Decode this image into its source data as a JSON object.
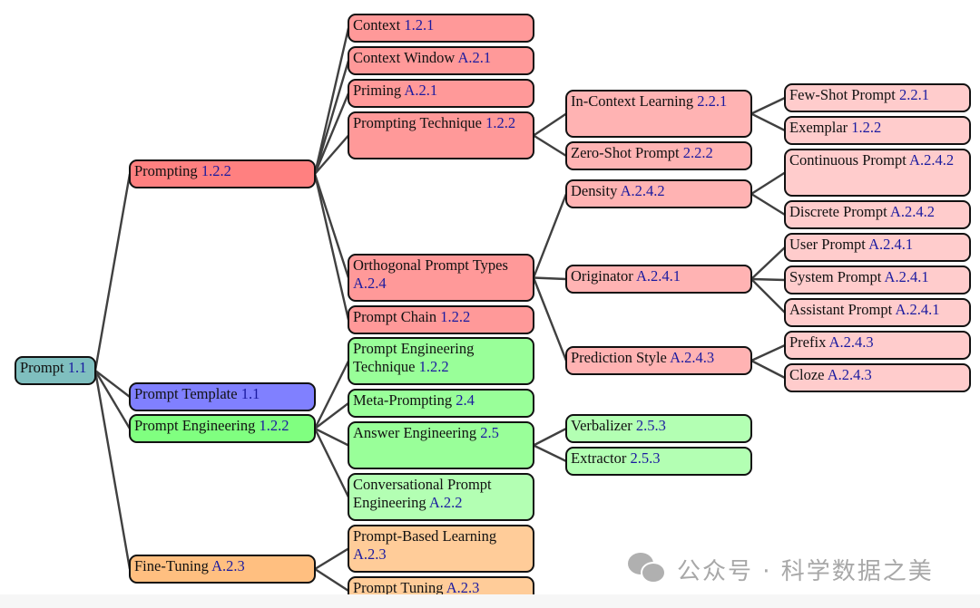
{
  "diagram": {
    "type": "taxonomy-tree",
    "colors": {
      "root": "#7fbfbf",
      "prompting_l1": "#ff8080",
      "prompting_l2": "#ff9999",
      "prompting_l3": "#ffb3b3",
      "prompting_l4": "#ffcccc",
      "template": "#8080ff",
      "engineering_l1": "#80ff80",
      "engineering_l2": "#99ff99",
      "engineering_l3": "#b3ffb3",
      "finetuning_l1": "#ffbf80",
      "finetuning_l2": "#ffcc99",
      "reference_text": "#1a1aa0",
      "edge": "#404040"
    },
    "nodes": [
      {
        "id": "prompt",
        "label": "Prompt",
        "ref": "1.1",
        "parent": null
      },
      {
        "id": "prompting",
        "label": "Prompting",
        "ref": "1.2.2",
        "parent": "prompt"
      },
      {
        "id": "prompt-template",
        "label": "Prompt Template",
        "ref": "1.1",
        "parent": "prompt"
      },
      {
        "id": "prompt-engineering",
        "label": "Prompt Engineering",
        "ref": "1.2.2",
        "parent": "prompt"
      },
      {
        "id": "fine-tuning",
        "label": "Fine-Tuning",
        "ref": "A.2.3",
        "parent": "prompt"
      },
      {
        "id": "context",
        "label": "Context",
        "ref": "1.2.1",
        "parent": "prompting"
      },
      {
        "id": "context-window",
        "label": "Context Window",
        "ref": "A.2.1",
        "parent": "prompting"
      },
      {
        "id": "priming",
        "label": "Priming",
        "ref": "A.2.1",
        "parent": "prompting"
      },
      {
        "id": "prompting-technique",
        "label": "Prompting Technique",
        "ref": "1.2.2",
        "parent": "prompting"
      },
      {
        "id": "orthogonal-prompt-types",
        "label": "Orthogonal Prompt Types",
        "ref": "A.2.4",
        "parent": "prompting"
      },
      {
        "id": "prompt-chain",
        "label": "Prompt Chain",
        "ref": "1.2.2",
        "parent": "prompting"
      },
      {
        "id": "in-context-learning",
        "label": "In-Context Learning",
        "ref": "2.2.1",
        "parent": "prompting-technique"
      },
      {
        "id": "zero-shot-prompt",
        "label": "Zero-Shot Prompt",
        "ref": "2.2.2",
        "parent": "prompting-technique"
      },
      {
        "id": "few-shot-prompt",
        "label": "Few-Shot Prompt",
        "ref": "2.2.1",
        "parent": "in-context-learning"
      },
      {
        "id": "exemplar",
        "label": "Exemplar",
        "ref": "1.2.2",
        "parent": "in-context-learning"
      },
      {
        "id": "density",
        "label": "Density",
        "ref": "A.2.4.2",
        "parent": "orthogonal-prompt-types"
      },
      {
        "id": "originator",
        "label": "Originator",
        "ref": "A.2.4.1",
        "parent": "orthogonal-prompt-types"
      },
      {
        "id": "prediction-style",
        "label": "Prediction Style",
        "ref": "A.2.4.3",
        "parent": "orthogonal-prompt-types"
      },
      {
        "id": "continuous-prompt",
        "label": "Continuous Prompt",
        "ref": "A.2.4.2",
        "parent": "density"
      },
      {
        "id": "discrete-prompt",
        "label": "Discrete Prompt",
        "ref": "A.2.4.2",
        "parent": "density"
      },
      {
        "id": "user-prompt",
        "label": "User Prompt",
        "ref": "A.2.4.1",
        "parent": "originator"
      },
      {
        "id": "system-prompt",
        "label": "System Prompt",
        "ref": "A.2.4.1",
        "parent": "originator"
      },
      {
        "id": "assistant-prompt",
        "label": "Assistant Prompt",
        "ref": "A.2.4.1",
        "parent": "originator"
      },
      {
        "id": "prefix",
        "label": "Prefix",
        "ref": "A.2.4.3",
        "parent": "prediction-style"
      },
      {
        "id": "cloze",
        "label": "Cloze",
        "ref": "A.2.4.3",
        "parent": "prediction-style"
      },
      {
        "id": "prompt-engineering-technique",
        "label": "Prompt Engineering Technique",
        "ref": "1.2.2",
        "parent": "prompt-engineering"
      },
      {
        "id": "meta-prompting",
        "label": "Meta-Prompting",
        "ref": "2.4",
        "parent": "prompt-engineering"
      },
      {
        "id": "answer-engineering",
        "label": "Answer Engineering",
        "ref": "2.5",
        "parent": "prompt-engineering"
      },
      {
        "id": "conversational-prompt-engineering",
        "label": "Conversational Prompt Engineering",
        "ref": "A.2.2",
        "parent": "prompt-engineering"
      },
      {
        "id": "verbalizer",
        "label": "Verbalizer",
        "ref": "2.5.3",
        "parent": "answer-engineering"
      },
      {
        "id": "extractor",
        "label": "Extractor",
        "ref": "2.5.3",
        "parent": "answer-engineering"
      },
      {
        "id": "prompt-based-learning",
        "label": "Prompt-Based Learning",
        "ref": "A.2.3",
        "parent": "fine-tuning"
      },
      {
        "id": "prompt-tuning",
        "label": "Prompt Tuning",
        "ref": "A.2.3",
        "parent": "fine-tuning"
      }
    ]
  },
  "watermark": {
    "icon": "wechat-icon",
    "text": "公众号 · 科学数据之美"
  }
}
